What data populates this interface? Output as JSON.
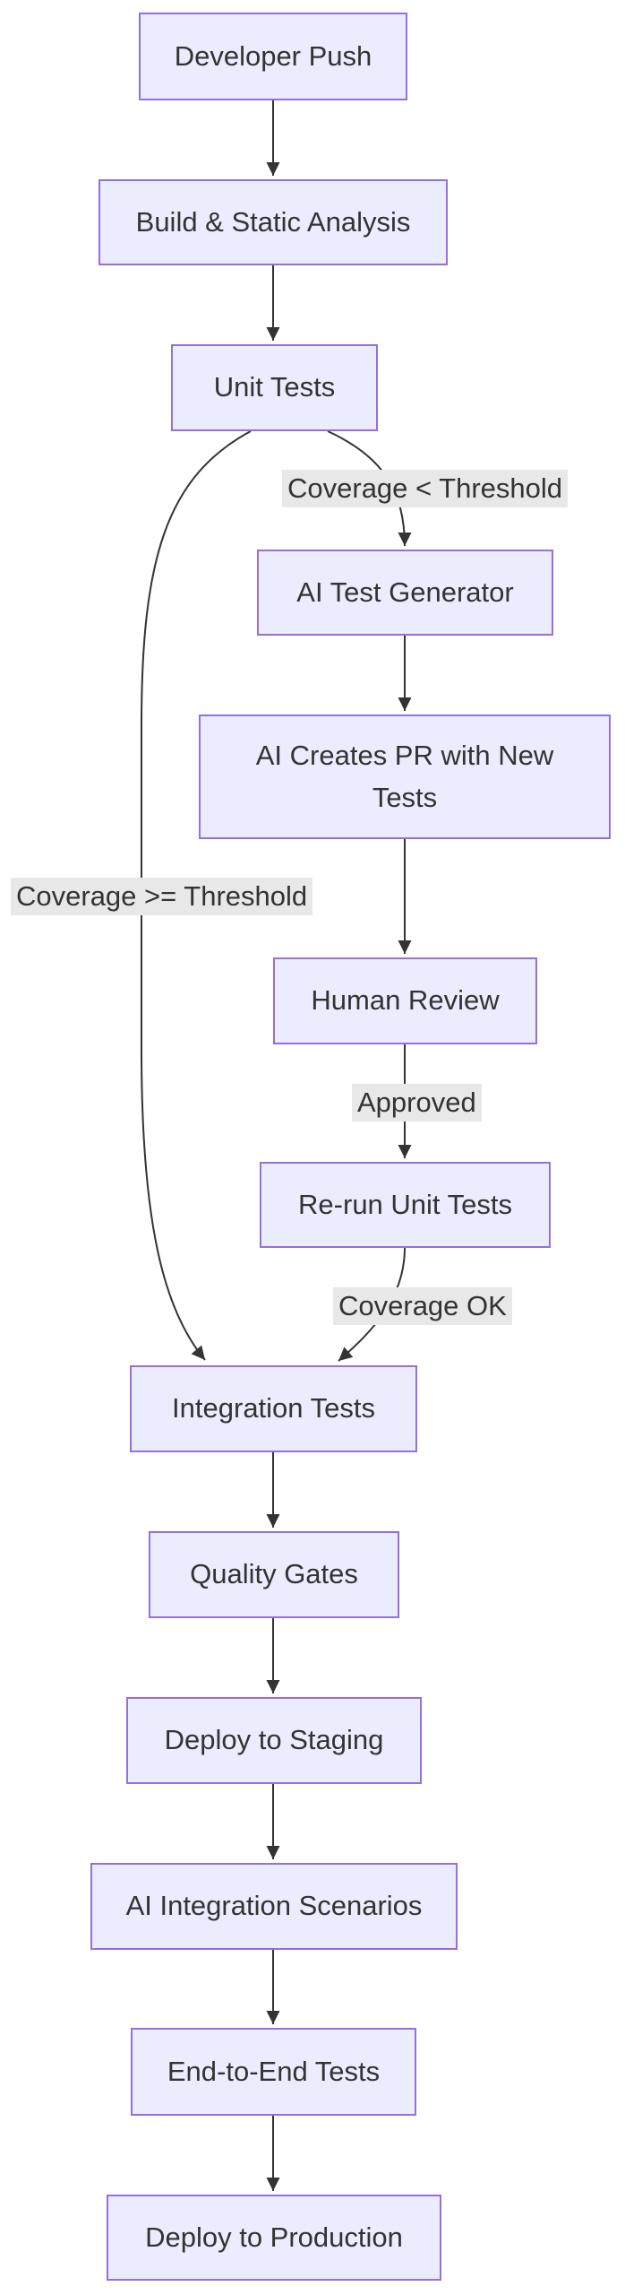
{
  "diagram": {
    "type": "flowchart",
    "direction": "top-down",
    "nodes": [
      {
        "id": "developer-push",
        "label": "Developer Push"
      },
      {
        "id": "build-static-analysis",
        "label": "Build & Static Analysis"
      },
      {
        "id": "unit-tests",
        "label": "Unit Tests"
      },
      {
        "id": "ai-test-generator",
        "label": "AI Test Generator"
      },
      {
        "id": "ai-creates-pr",
        "label": "AI Creates PR with New Tests"
      },
      {
        "id": "human-review",
        "label": "Human Review"
      },
      {
        "id": "re-run-unit-tests",
        "label": "Re-run Unit Tests"
      },
      {
        "id": "integration-tests",
        "label": "Integration Tests"
      },
      {
        "id": "quality-gates",
        "label": "Quality Gates"
      },
      {
        "id": "deploy-to-staging",
        "label": "Deploy to Staging"
      },
      {
        "id": "ai-integration-scenarios",
        "label": "AI Integration Scenarios"
      },
      {
        "id": "end-to-end-tests",
        "label": "End-to-End Tests"
      },
      {
        "id": "deploy-to-production",
        "label": "Deploy to Production"
      }
    ],
    "edges": [
      {
        "from": "developer-push",
        "to": "build-static-analysis",
        "label": ""
      },
      {
        "from": "build-static-analysis",
        "to": "unit-tests",
        "label": ""
      },
      {
        "from": "unit-tests",
        "to": "ai-test-generator",
        "label": "Coverage < Threshold"
      },
      {
        "from": "unit-tests",
        "to": "integration-tests",
        "label": "Coverage >= Threshold"
      },
      {
        "from": "ai-test-generator",
        "to": "ai-creates-pr",
        "label": ""
      },
      {
        "from": "ai-creates-pr",
        "to": "human-review",
        "label": ""
      },
      {
        "from": "human-review",
        "to": "re-run-unit-tests",
        "label": "Approved"
      },
      {
        "from": "re-run-unit-tests",
        "to": "integration-tests",
        "label": "Coverage OK"
      },
      {
        "from": "integration-tests",
        "to": "quality-gates",
        "label": ""
      },
      {
        "from": "quality-gates",
        "to": "deploy-to-staging",
        "label": ""
      },
      {
        "from": "deploy-to-staging",
        "to": "ai-integration-scenarios",
        "label": ""
      },
      {
        "from": "ai-integration-scenarios",
        "to": "end-to-end-tests",
        "label": ""
      },
      {
        "from": "end-to-end-tests",
        "to": "deploy-to-production",
        "label": ""
      }
    ],
    "colors": {
      "node_fill": "#ECECFF",
      "node_border": "#9370DB",
      "edge_stroke": "#333333",
      "edge_label_background": "#E8E8E8",
      "text": "#333333",
      "background": "#FFFFFF"
    }
  }
}
